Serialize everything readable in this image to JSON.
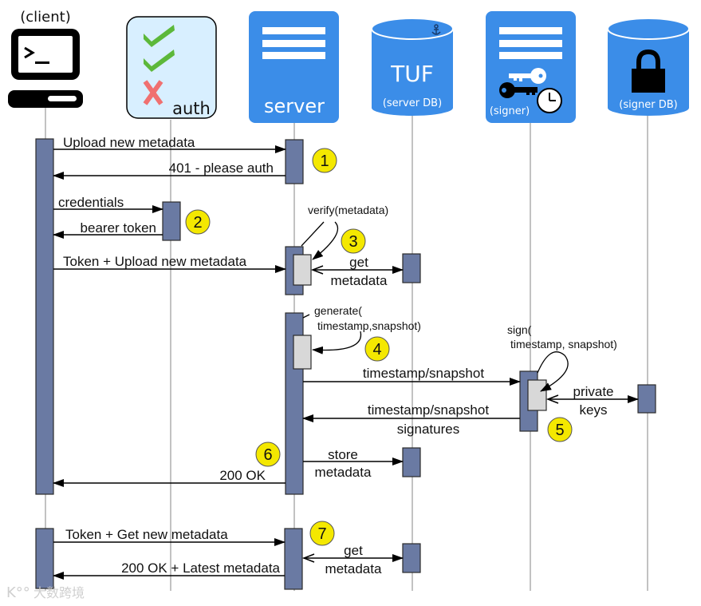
{
  "participants": {
    "client": {
      "label": "(client)",
      "icon": "terminal-computer-icon"
    },
    "auth": {
      "label": "auth",
      "icon": "checklist-icon"
    },
    "server": {
      "label": "server",
      "icon": "server-icon"
    },
    "server_db": {
      "title": "TUF",
      "label": "(server DB)",
      "icon": "database-anchor-icon"
    },
    "signer": {
      "label": "(signer)",
      "icon": "server-keys-clock-icon"
    },
    "signer_db": {
      "label": "(signer DB)",
      "icon": "database-lock-icon"
    }
  },
  "messages": {
    "m1": "Upload new metadata",
    "m2": "401 - please auth",
    "m3": "credentials",
    "m4": "bearer token",
    "m5": "Token + Upload new metadata",
    "m6_l1": "get",
    "m6_l2": "metadata",
    "m7": "timestamp/snapshot",
    "m8_l1": "private",
    "m8_l2": "keys",
    "m9_l1": "timestamp/snapshot",
    "m9_l2": "signatures",
    "m10_l1": "store",
    "m10_l2": "metadata",
    "m11": "200 OK",
    "m12": "Token + Get new metadata",
    "m13_l1": "get",
    "m13_l2": "metadata",
    "m14": "200 OK + Latest metadata"
  },
  "self_calls": {
    "verify": "verify(metadata)",
    "generate_l1": "generate(",
    "generate_l2": "timestamp,snapshot)",
    "sign_l1": "sign(",
    "sign_l2": "timestamp, snapshot)"
  },
  "steps": [
    "1",
    "2",
    "3",
    "4",
    "5",
    "6",
    "7"
  ],
  "watermark": "大数跨境",
  "colors": {
    "header_blue": "#3b8de8",
    "activation": "#6a7aa3",
    "self_activation": "#d8d8d8",
    "step_badge": "#f4e800",
    "auth_bg": "#d8efff",
    "check_green": "#5cb83a",
    "cross_red": "#f07070",
    "lifeline": "#9a9a9a"
  }
}
